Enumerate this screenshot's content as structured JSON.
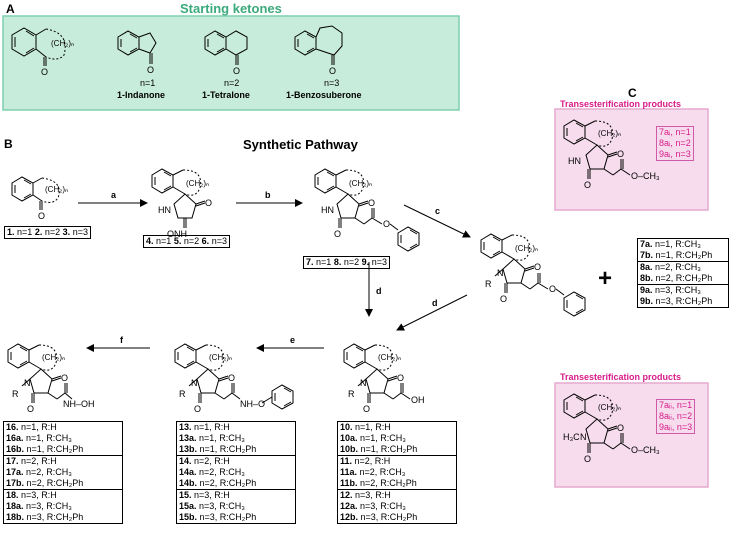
{
  "panel_a": {
    "letter": "A",
    "title": "Starting ketones",
    "items": [
      {
        "n": "n=1",
        "name": "1-Indanone"
      },
      {
        "n": "n=2",
        "name": "1-Tetralone"
      },
      {
        "n": "n=3",
        "name": "1-Benzosuberone"
      }
    ]
  },
  "panel_b": {
    "letter": "B",
    "title": "Synthetic Pathway",
    "steps": [
      "a",
      "b",
      "c",
      "d",
      "d",
      "e",
      "f"
    ],
    "compounds_1_3": [
      {
        "id": "1.",
        "n": "n=1"
      },
      {
        "id": "2.",
        "n": "n=2"
      },
      {
        "id": "3.",
        "n": "n=3"
      }
    ],
    "compounds_4_6": [
      {
        "id": "4.",
        "n": "n=1"
      },
      {
        "id": "5.",
        "n": "n=2"
      },
      {
        "id": "6.",
        "n": "n=3"
      }
    ],
    "compounds_7_9": [
      {
        "id": "7.",
        "n": "n=1"
      },
      {
        "id": "8.",
        "n": "n=2"
      },
      {
        "id": "9.",
        "n": "n=3"
      }
    ],
    "plus": "+",
    "table_7ab": [
      [
        {
          "id": "7a.",
          "text": " n=1, R:CH₃"
        },
        {
          "id": "7b.",
          "text": " n=1, R:CH₂Ph"
        }
      ],
      [
        {
          "id": "8a.",
          "text": " n=2, R:CH₃"
        },
        {
          "id": "8b.",
          "text": " n=2, R:CH₂Ph"
        }
      ],
      [
        {
          "id": "9a.",
          "text": " n=3, R:CH₃"
        },
        {
          "id": "9b.",
          "text": " n=3, R:CH₂Ph"
        }
      ]
    ],
    "table_16": [
      [
        {
          "id": "16.",
          "text": " n=1, R:H"
        },
        {
          "id": "16a.",
          "text": " n=1, R:CH₃"
        },
        {
          "id": "16b.",
          "text": " n=1, R:CH₂Ph"
        }
      ],
      [
        {
          "id": "17.",
          "text": " n=2, R:H"
        },
        {
          "id": "17a.",
          "text": " n=2, R:CH₃"
        },
        {
          "id": "17b.",
          "text": " n=2, R:CH₂Ph"
        }
      ],
      [
        {
          "id": "18.",
          "text": " n=3, R:H"
        },
        {
          "id": "18a.",
          "text": " n=3, R:CH₃"
        },
        {
          "id": "18b.",
          "text": " n=3, R:CH₂Ph"
        }
      ]
    ],
    "table_13": [
      [
        {
          "id": "13.",
          "text": " n=1, R:H"
        },
        {
          "id": "13a.",
          "text": " n=1, R:CH₃"
        },
        {
          "id": "13b.",
          "text": " n=1, R:CH₂Ph"
        }
      ],
      [
        {
          "id": "14.",
          "text": " n=2, R:H"
        },
        {
          "id": "14a.",
          "text": " n=2, R:CH₃"
        },
        {
          "id": "14b.",
          "text": " n=2, R:CH₂Ph"
        }
      ],
      [
        {
          "id": "15.",
          "text": " n=3, R:H"
        },
        {
          "id": "15a.",
          "text": " n=3, R:CH₃"
        },
        {
          "id": "15b.",
          "text": " n=3, R:CH₂Ph"
        }
      ]
    ],
    "table_10": [
      [
        {
          "id": "10.",
          "text": " n=1, R:H"
        },
        {
          "id": "10a.",
          "text": " n=1, R:CH₃"
        },
        {
          "id": "10b.",
          "text": " n=1, R:CH₂Ph"
        }
      ],
      [
        {
          "id": "11.",
          "text": " n=2, R:H"
        },
        {
          "id": "11a.",
          "text": " n=2, R:CH₃"
        },
        {
          "id": "11b.",
          "text": " n=2, R:CH₂Ph"
        }
      ],
      [
        {
          "id": "12.",
          "text": " n=3, R:H"
        },
        {
          "id": "12a.",
          "text": " n=3, R:CH₃"
        },
        {
          "id": "12b.",
          "text": " n=3, R:CH₂Ph"
        }
      ]
    ]
  },
  "panel_c": {
    "letter": "C",
    "trans_title": "Transesterification products",
    "top_items": [
      "7aᵢ, n=1",
      "8aᵢ, n=2",
      "9aᵢ, n=3"
    ],
    "bottom_items": [
      "7aᵢᵢ, n=1",
      "8aᵢᵢ, n=2",
      "9aᵢᵢ, n=3"
    ]
  },
  "atoms": {
    "ch2n": "(CH₂)ₙ",
    "O": "O",
    "NH": "NH",
    "HN": "HN",
    "N": "N",
    "R": "R",
    "OH": "OH",
    "OCH3": "O–CH₃",
    "H3C": "H₃C",
    "NHOH": "NH–OH",
    "NH_O": "NH–O"
  },
  "colors": {
    "green_fill": "#c8ecdc",
    "green_border": "#7dcfae",
    "green_title": "#3aaa7d",
    "pink_fill": "#f6dcec",
    "pink_border": "#e6a9cf",
    "pink_text": "#d81b8a"
  }
}
